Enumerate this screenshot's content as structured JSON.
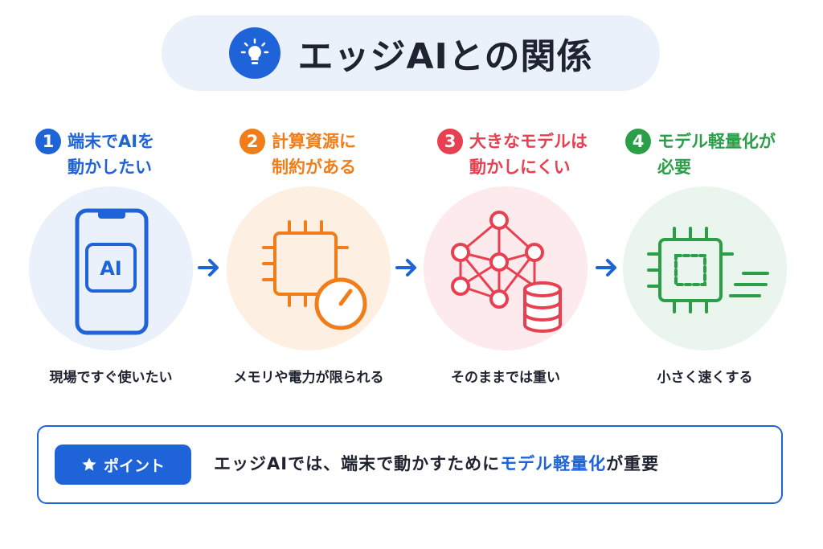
{
  "title": "エッジAIとの関係",
  "colors": {
    "blue": "#1f63d8",
    "orange": "#f07d1a",
    "red": "#e84050",
    "green": "#2a9f47"
  },
  "steps": [
    {
      "num": "1",
      "line1": "端末でAIを",
      "line2": "動かしたい",
      "caption": "現場ですぐ使いたい",
      "chip_label": "AI"
    },
    {
      "num": "2",
      "line1": "計算資源に",
      "line2": "制約がある",
      "caption": "メモリや電力が限られる"
    },
    {
      "num": "3",
      "line1": "大きなモデルは",
      "line2": "動かしにくい",
      "caption": "そのままでは重い"
    },
    {
      "num": "4",
      "line1": "モデル軽量化が",
      "line2": "必要",
      "caption": "小さく速くする"
    }
  ],
  "point": {
    "badge": "ポイント",
    "text_before": "エッジAIでは、端末で動かすために",
    "highlight": "モデル軽量化",
    "text_after": "が重要"
  }
}
